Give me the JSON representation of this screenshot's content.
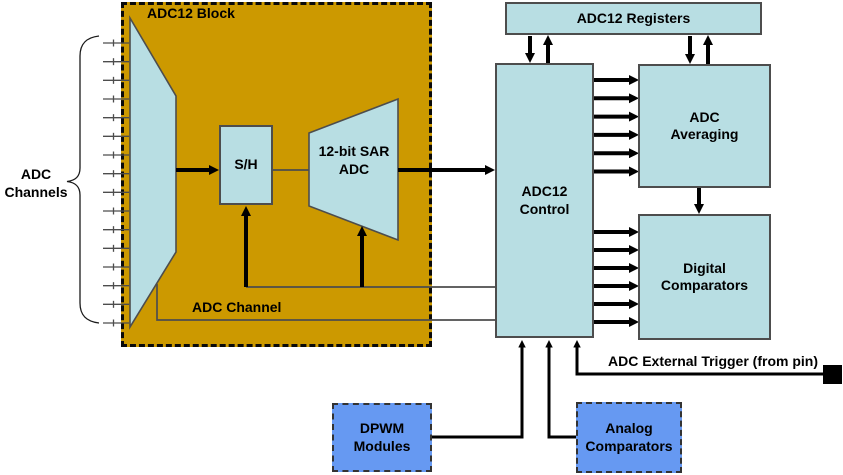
{
  "diagram": {
    "input_channel_count": 16,
    "labels": {
      "adc_channels": "ADC Channels",
      "adc12_block": "ADC12 Block",
      "sample_hold": "S/H",
      "sar_adc": "12-bit SAR ADC",
      "adc_channel": "ADC Channel",
      "adc12_registers": "ADC12 Registers",
      "adc12_control": "ADC12 Control",
      "adc_averaging": "ADC Averaging",
      "digital_comparators": "Digital Comparators",
      "dpwm_modules": "DPWM Modules",
      "analog_comparators": "Analog Comparators",
      "external_trigger": "ADC External Trigger (from pin)"
    },
    "colors": {
      "block_fill": "#CC9900",
      "module_fill": "#B8DEE3",
      "peripheral_fill": "#6699F2",
      "wire": "#4D4D4D",
      "arrow": "#000000"
    }
  }
}
